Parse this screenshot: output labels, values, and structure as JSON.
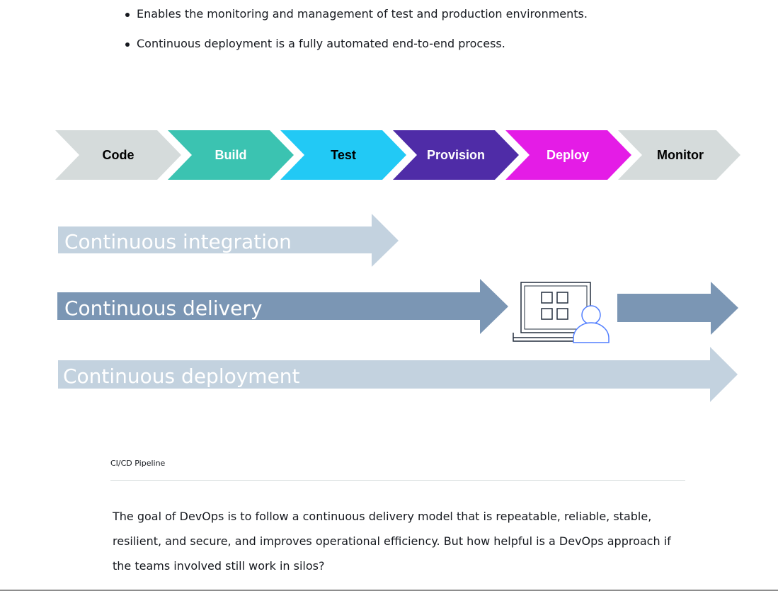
{
  "bullets": [
    "Enables the monitoring and management of test and production environments.",
    "Continuous deployment is a fully automated end-to-end process."
  ],
  "pipeline": {
    "stages": [
      {
        "label": "Code",
        "color": "#d5dbdb",
        "text_color": "#000000"
      },
      {
        "label": "Build",
        "color": "#3bc3b1",
        "text_color": "#ffffff"
      },
      {
        "label": "Test",
        "color": "#22c9f5",
        "text_color": "#000000"
      },
      {
        "label": "Provision",
        "color": "#4f2ca7",
        "text_color": "#ffffff"
      },
      {
        "label": "Deploy",
        "color": "#e41ce6",
        "text_color": "#ffffff"
      },
      {
        "label": "Monitor",
        "color": "#d5dbdb",
        "text_color": "#000000"
      }
    ],
    "bars": [
      {
        "label": "Continuous integration",
        "color": "#c3d2df"
      },
      {
        "label": "Continuous delivery",
        "color": "#7b96b4"
      },
      {
        "label": "Continuous deployment",
        "color": "#c3d2df"
      }
    ],
    "approval_icon": "laptop-user-icon"
  },
  "caption": "CI/CD Pipeline",
  "body": "The goal of DevOps is to follow a continuous delivery model that is repeatable, reliable, stable, resilient, and secure, and improves operational efficiency. But how helpful is a DevOps approach if the teams involved still work in silos?"
}
